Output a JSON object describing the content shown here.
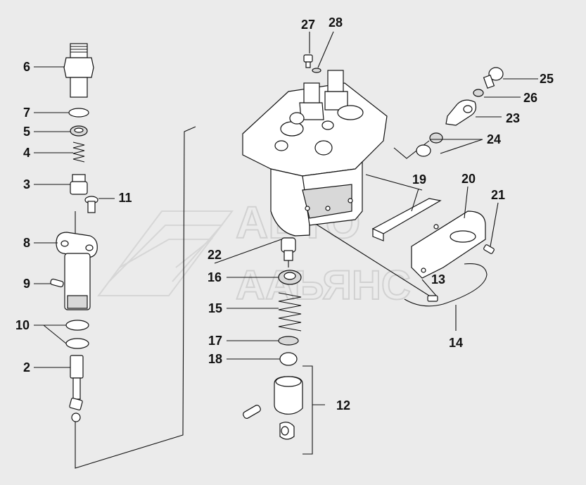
{
  "watermark": {
    "line1": "АВТО",
    "line2": "ААЬЯНС"
  },
  "callouts": [
    {
      "id": "p1",
      "label": "6"
    },
    {
      "id": "p2",
      "label": "7"
    },
    {
      "id": "p3",
      "label": "5"
    },
    {
      "id": "p4",
      "label": "4"
    },
    {
      "id": "p5",
      "label": "3"
    },
    {
      "id": "p6",
      "label": "11"
    },
    {
      "id": "p7",
      "label": "8"
    },
    {
      "id": "p8",
      "label": "9"
    },
    {
      "id": "p9",
      "label": "10"
    },
    {
      "id": "p10",
      "label": "2"
    },
    {
      "id": "p11",
      "label": "27"
    },
    {
      "id": "p12",
      "label": "28"
    },
    {
      "id": "p13",
      "label": "25"
    },
    {
      "id": "p14",
      "label": "26"
    },
    {
      "id": "p15",
      "label": "23"
    },
    {
      "id": "p16",
      "label": "24"
    },
    {
      "id": "p17",
      "label": "19"
    },
    {
      "id": "p18",
      "label": "20"
    },
    {
      "id": "p19",
      "label": "21"
    },
    {
      "id": "p20",
      "label": "22"
    },
    {
      "id": "p21",
      "label": "16"
    },
    {
      "id": "p22",
      "label": "13"
    },
    {
      "id": "p23",
      "label": "15"
    },
    {
      "id": "p24",
      "label": "14"
    },
    {
      "id": "p25",
      "label": "17"
    },
    {
      "id": "p26",
      "label": "18"
    },
    {
      "id": "p27",
      "label": "12"
    }
  ]
}
